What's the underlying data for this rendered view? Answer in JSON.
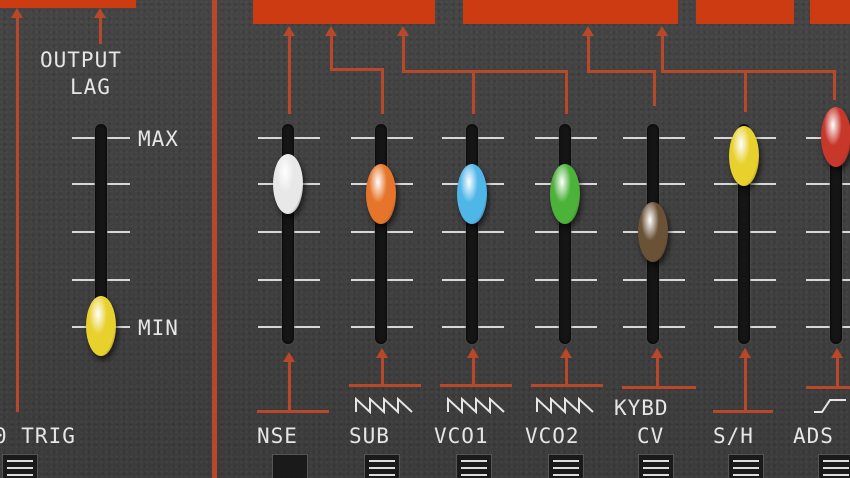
{
  "section_labels": {
    "output_lag_line1": "OUTPUT",
    "output_lag_line2": "LAG",
    "max": "MAX",
    "min": "MIN"
  },
  "bottom_labels": {
    "trig": "0 TRIG",
    "nse": "NSE",
    "sub": "SUB",
    "vco1": "VCO1",
    "vco2": "VCO2",
    "kybd": "KYBD",
    "cv": "CV",
    "sh": "S/H",
    "adsr": "ADS"
  },
  "sliders": [
    {
      "name": "output-lag-slider",
      "level": 0.0,
      "color": "#e8d12c"
    },
    {
      "name": "nse-slider",
      "level": 0.75,
      "color": "#e8e8e8"
    },
    {
      "name": "sub-slider",
      "level": 0.7,
      "color": "#e6752b"
    },
    {
      "name": "vco1-slider",
      "level": 0.7,
      "color": "#4fb6e8"
    },
    {
      "name": "vco2-slider",
      "level": 0.7,
      "color": "#4cb23a"
    },
    {
      "name": "kybd-cv-slider",
      "level": 0.5,
      "color": "#6a5236"
    },
    {
      "name": "sh-slider",
      "level": 0.9,
      "color": "#e8d12c"
    },
    {
      "name": "adsr-slider",
      "level": 1.0,
      "color": "#c7372a"
    }
  ],
  "colors": {
    "accent": "#cc3b12",
    "line": "#b9472a",
    "panel": "#3d3d3d"
  }
}
